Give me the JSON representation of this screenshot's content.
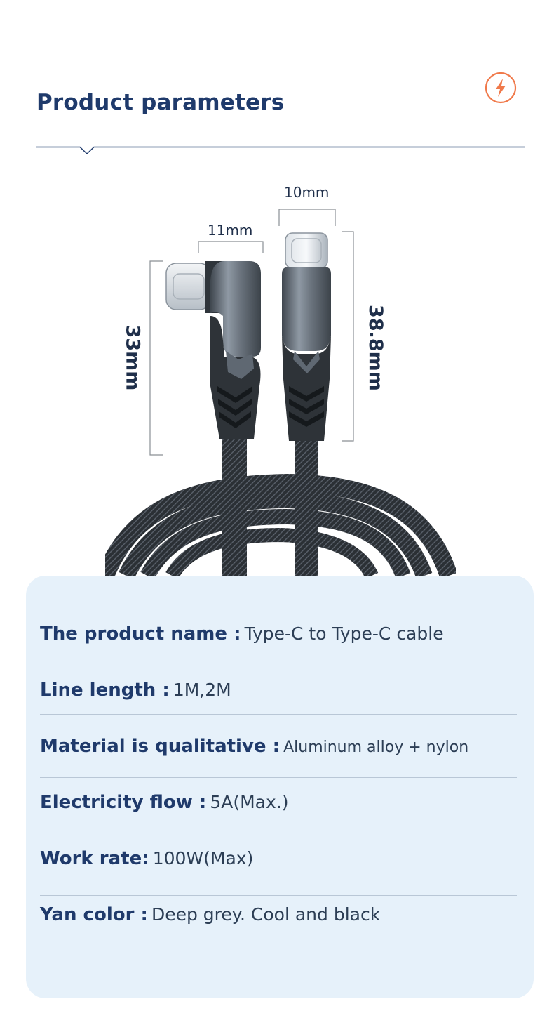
{
  "header": {
    "title": "Product parameters",
    "icon": "lightning-bolt-icon",
    "icon_color": "#f0794a",
    "title_color": "#1f3a6b"
  },
  "dimensions": {
    "left_width": "11mm",
    "left_height": "33mm",
    "right_width": "10mm",
    "right_height": "38.8mm"
  },
  "specs": [
    {
      "label": "The product name :",
      "value": "Type-C to Type-C cable"
    },
    {
      "label": "Line length :",
      "value": "1M,2M"
    },
    {
      "label": "Material is qualitative :",
      "value": "Aluminum alloy + nylon"
    },
    {
      "label": "Electricity flow :",
      "value": "5A(Max.)"
    },
    {
      "label": "Work rate:",
      "value": "100W(Max)"
    },
    {
      "label": "Yan color :",
      "value": "Deep grey. Cool and black"
    }
  ],
  "colors": {
    "panel_background": "#e6f1fa",
    "cable": "#2e3338",
    "connector": "#5d6670"
  }
}
